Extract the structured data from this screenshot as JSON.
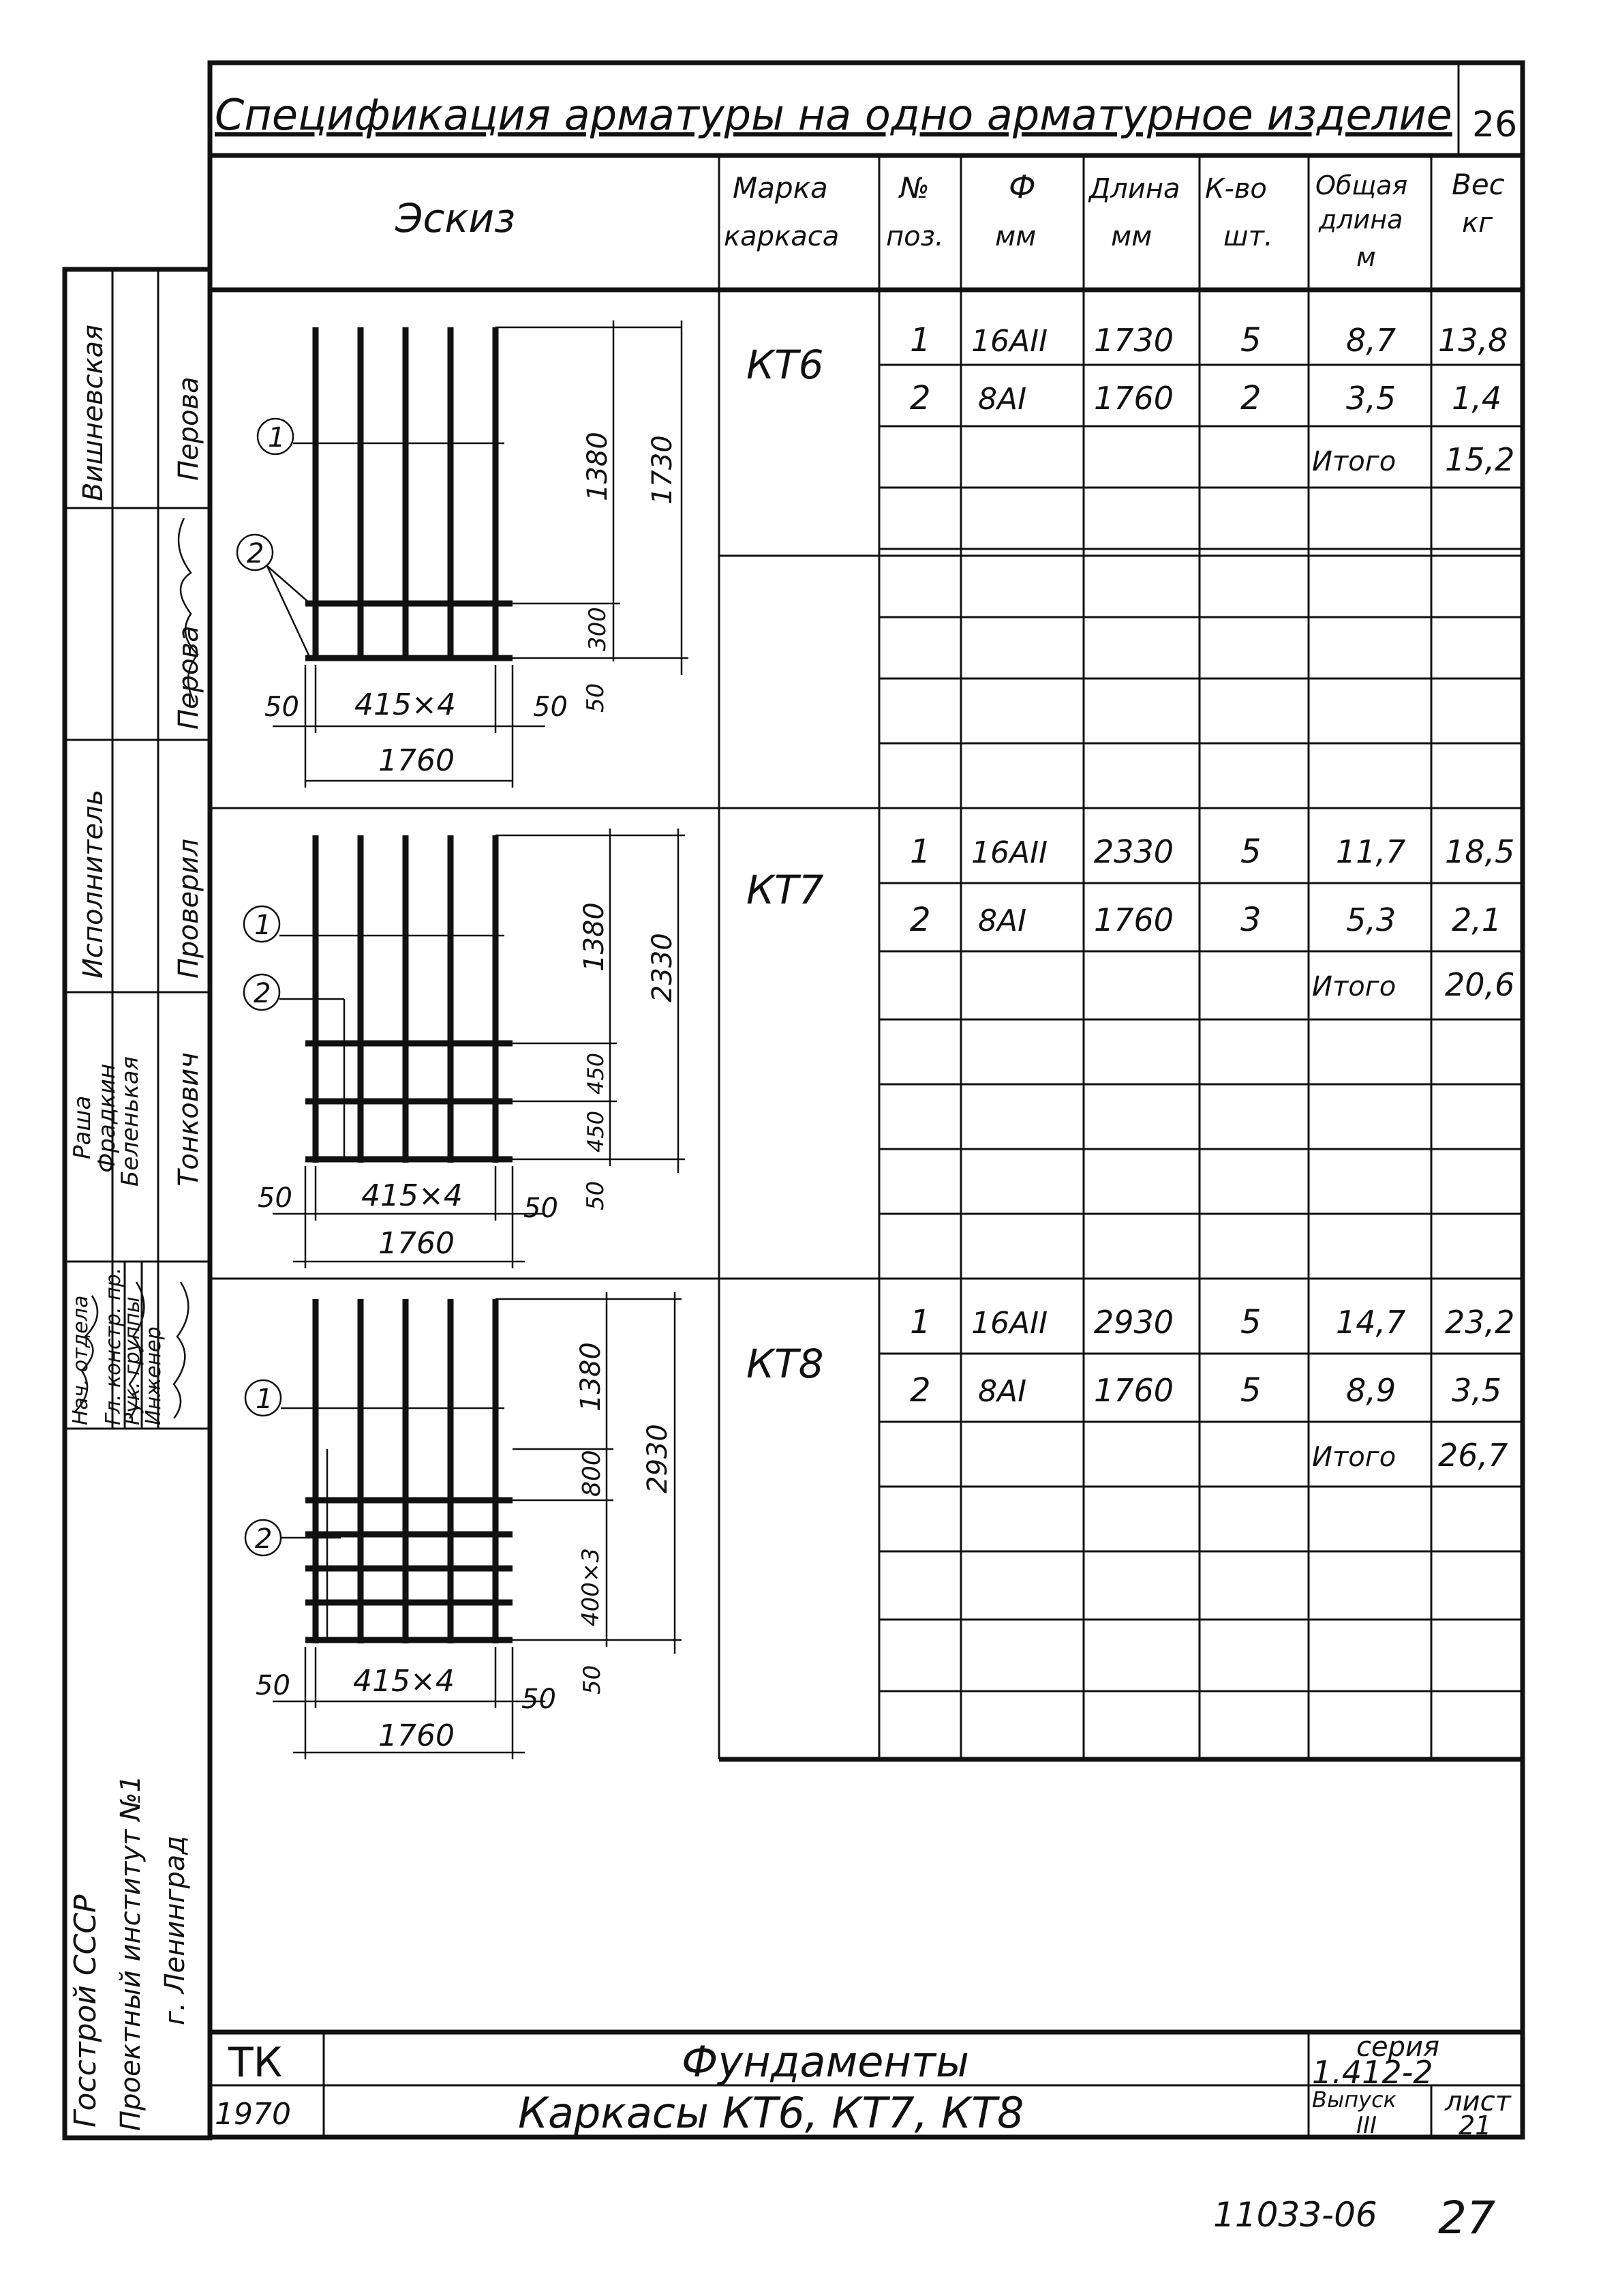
{
  "title": "Спецификация арматуры на одно арматурное изделие",
  "page_no": "26",
  "headers": {
    "sketch": "Эскиз",
    "mark_1": "Марка",
    "mark_2": "каркаса",
    "pos_1": "№",
    "pos_2": "поз.",
    "dia_1": "Ф",
    "dia_2": "мм",
    "len_1": "Длина",
    "len_2": "мм",
    "qty_1": "К-во",
    "qty_2": "шт.",
    "total_1": "Общая",
    "total_2": "длина",
    "total_3": "м",
    "wt_1": "Вес",
    "wt_2": "кг"
  },
  "frames": [
    {
      "mark": "КТ6",
      "rows": [
        {
          "pos": "1",
          "dia": "16АII",
          "len": "1730",
          "qty": "5",
          "total": "8,7",
          "wt": "13,8"
        },
        {
          "pos": "2",
          "dia": "8АI",
          "len": "1760",
          "qty": "2",
          "total": "3,5",
          "wt": "1,4"
        }
      ],
      "sum_label": "Итого",
      "sum": "15,2",
      "sketch": {
        "callout1": "1",
        "callout2": "2",
        "d_upper": "1380",
        "d_total": "1730",
        "d_lower": "300",
        "d_bottom": "50",
        "d_left": "50",
        "d_right": "50",
        "d_span": "415×4",
        "d_width": "1760"
      }
    },
    {
      "mark": "КТ7",
      "rows": [
        {
          "pos": "1",
          "dia": "16АII",
          "len": "2330",
          "qty": "5",
          "total": "11,7",
          "wt": "18,5"
        },
        {
          "pos": "2",
          "dia": "8АI",
          "len": "1760",
          "qty": "3",
          "total": "5,3",
          "wt": "2,1"
        }
      ],
      "sum_label": "Итого",
      "sum": "20,6",
      "sketch": {
        "callout1": "1",
        "callout2": "2",
        "d_upper": "1380",
        "d_total": "2330",
        "d_lower1": "450",
        "d_lower2": "450",
        "d_bottom": "50",
        "d_left": "50",
        "d_right": "50",
        "d_span": "415×4",
        "d_width": "1760"
      }
    },
    {
      "mark": "КТ8",
      "rows": [
        {
          "pos": "1",
          "dia": "16АII",
          "len": "2930",
          "qty": "5",
          "total": "14,7",
          "wt": "23,2"
        },
        {
          "pos": "2",
          "dia": "8АI",
          "len": "1760",
          "qty": "5",
          "total": "8,9",
          "wt": "3,5"
        }
      ],
      "sum_label": "Итого",
      "sum": "26,7",
      "sketch": {
        "callout1": "1",
        "callout2": "2",
        "d_upper": "1380",
        "d_total": "2930",
        "d_mid": "800",
        "d_lower": "400×3",
        "d_bottom": "50",
        "d_left": "50",
        "d_right": "50",
        "d_span": "415×4",
        "d_width": "1760"
      }
    }
  ],
  "stamp": {
    "code": "ТК",
    "year": "1970",
    "name": "Фундаменты",
    "subtitle": "Каркасы КТ6, КТ7, КТ8",
    "series_label": "серия",
    "series": "1.412-2",
    "issue_label": "Выпуск",
    "issue": "III",
    "sheet_label": "лист",
    "sheet": "21"
  },
  "side": {
    "org_1": "Госстрой СССР",
    "org_2": "Проектный институт №1",
    "org_3": "г. Ленинград",
    "roles": [
      "Нач. отдела",
      "Гл. констр. пр.",
      "Рук. группы",
      "Инженер"
    ],
    "names_a": [
      "Раша",
      "Фрадкин",
      "Беленькая"
    ],
    "name_b": "Тонкович",
    "role_exec": "Исполнитель",
    "role_check": "Проверил",
    "name_c": "Вишневская",
    "name_d": "Перова",
    "name_e": "Перова"
  },
  "footer_code": "11033-06",
  "footer_page": "27"
}
